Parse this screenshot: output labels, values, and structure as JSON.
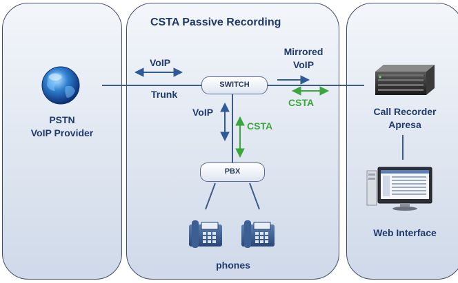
{
  "title": "CSTA Passive Recording",
  "left": {
    "line1": "PSTN",
    "line2": "VoIP Provider"
  },
  "trunk": {
    "top": "VoIP",
    "bottom": "Trunk"
  },
  "switch_label": "SWITCH",
  "pbx_label": "PBX",
  "vertical": {
    "voip": "VoIP",
    "csta": "CSTA"
  },
  "mirrored": {
    "line1": "Mirrored",
    "line2": "VoIP"
  },
  "csta_right": "CSTA",
  "recorder": {
    "line1": "Call Recorder",
    "line2": "Apresa"
  },
  "web_interface": "Web Interface",
  "phones_label": "phones",
  "colors": {
    "panel_border": "#3f4a66",
    "text_blue": "#1f3a6b",
    "arrow_blue": "#2e5a99",
    "arrow_green": "#3aa63c"
  },
  "icons": [
    "globe-icon",
    "server-icon",
    "computer-icon",
    "phone-icon"
  ]
}
